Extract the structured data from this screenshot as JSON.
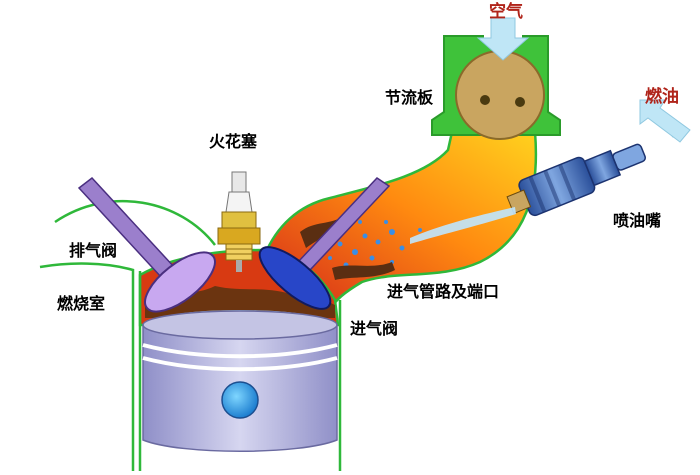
{
  "labels": {
    "air": "空气",
    "fuel": "燃油",
    "throttle": "节流板",
    "spark_plug": "火花塞",
    "injector": "喷油嘴",
    "exhaust_valve": "排气阀",
    "intake_port": "进气管路及端口",
    "combustion_chamber": "燃烧室",
    "intake_valve": "进气阀"
  },
  "colors": {
    "air_label": "#b0241a",
    "fuel_label": "#b0241a",
    "manifold": "#2fb83a",
    "arrow": "#bfe6f6",
    "piston": "#a8a8d8",
    "flame": "#d83a12",
    "injector": "#3f5da8",
    "throttle_plate": "#c9a560"
  },
  "icons": {
    "air_arrow": "down-arrow",
    "fuel_arrow": "down-left-arrow"
  }
}
